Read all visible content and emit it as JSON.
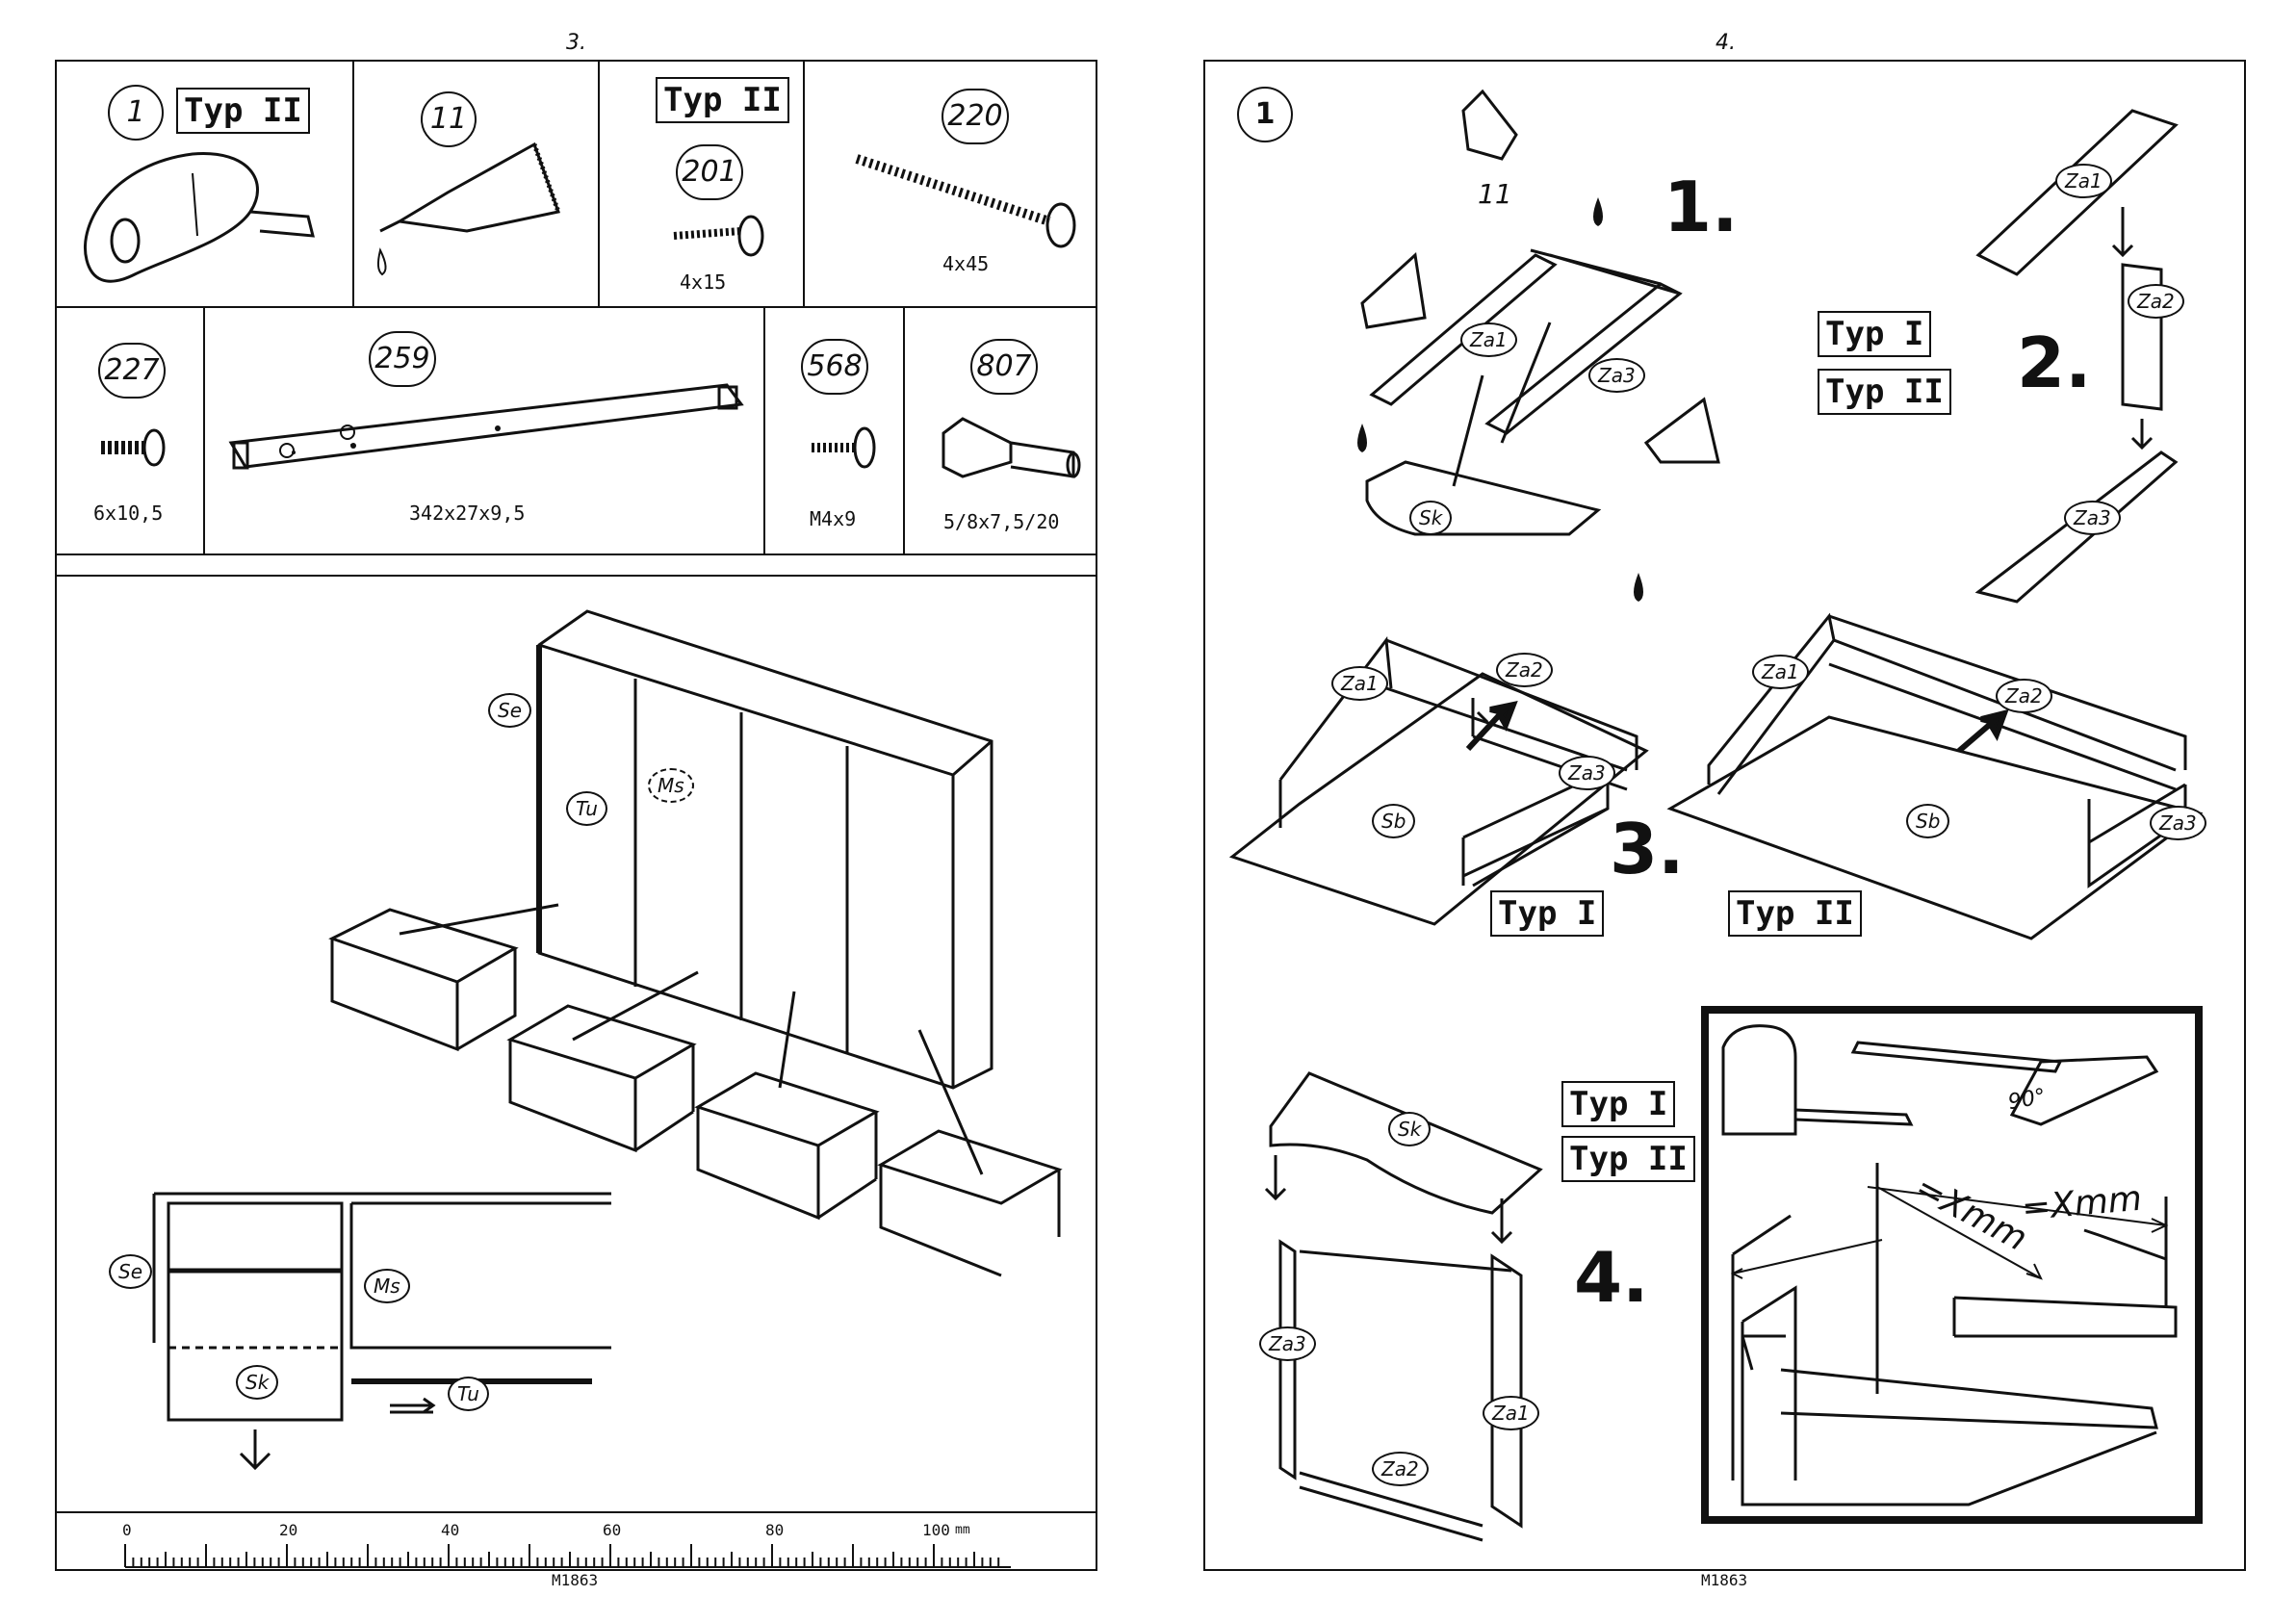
{
  "left_page": {
    "page_number": "3.",
    "parts_row1": [
      {
        "no": "1",
        "type": "Typ II",
        "dim": ""
      },
      {
        "no": "11",
        "type": "",
        "dim": ""
      },
      {
        "no": "201",
        "type": "Typ II",
        "dim": "4x15"
      },
      {
        "no": "220",
        "type": "",
        "dim": "4x45"
      }
    ],
    "parts_row2": [
      {
        "no": "227",
        "dim": "6x10,5"
      },
      {
        "no": "259",
        "dim": "342x27x9,5"
      },
      {
        "no": "568",
        "dim": "M4x9"
      },
      {
        "no": "807",
        "dim": "5/8x7,5/20"
      }
    ],
    "labels": {
      "se": "Se",
      "tu": "Tu",
      "ms": "Ms",
      "se2": "Se",
      "ms2": "Ms",
      "sk": "Sk",
      "tu2": "Tu"
    },
    "ruler": {
      "ticks": [
        "0",
        "20",
        "40",
        "60",
        "80",
        "100"
      ],
      "unit": "mm"
    },
    "code": "M1863"
  },
  "right_page": {
    "page_number": "4.",
    "section_badge": "1",
    "glue_part": "11",
    "steps": [
      "1.",
      "2.",
      "3.",
      "4."
    ],
    "typ_labels": {
      "step2_a": "Typ I",
      "step2_b": "Typ II",
      "step3_a": "Typ I",
      "step3_b": "Typ II",
      "step4_a": "Typ I",
      "step4_b": "Typ II"
    },
    "labels": {
      "za1": "Za1",
      "za2": "Za2",
      "za3": "Za3",
      "sk": "Sk",
      "sb": "Sb"
    },
    "measure": {
      "angle": "90°",
      "x1": "=Xmm",
      "x2": "=Xmm"
    },
    "code": "M1863"
  }
}
